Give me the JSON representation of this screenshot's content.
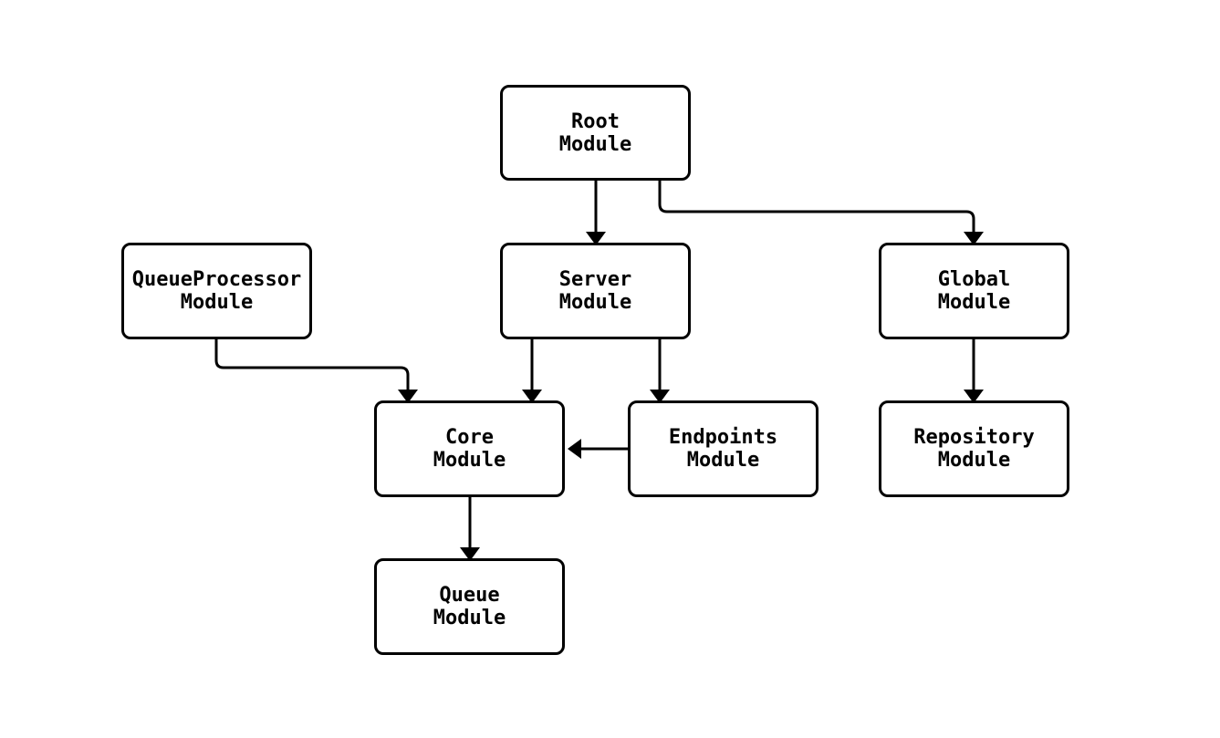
{
  "colors": {
    "stroke": "#000000",
    "node_fill": "#ffffff",
    "background": "#ffffff"
  },
  "diagram": {
    "type": "flowchart",
    "direction": "top-down",
    "nodes": [
      {
        "id": "root",
        "label": "Root\nModule"
      },
      {
        "id": "queueprocessor",
        "label": "QueueProcessor\nModule"
      },
      {
        "id": "server",
        "label": "Server\nModule"
      },
      {
        "id": "global",
        "label": "Global\nModule"
      },
      {
        "id": "core",
        "label": "Core\nModule"
      },
      {
        "id": "endpoints",
        "label": "Endpoints\nModule"
      },
      {
        "id": "repository",
        "label": "Repository\nModule"
      },
      {
        "id": "queue",
        "label": "Queue\nModule"
      }
    ],
    "edges": [
      {
        "from": "root",
        "to": "server"
      },
      {
        "from": "root",
        "to": "global"
      },
      {
        "from": "queueprocessor",
        "to": "core"
      },
      {
        "from": "server",
        "to": "core"
      },
      {
        "from": "server",
        "to": "endpoints"
      },
      {
        "from": "endpoints",
        "to": "core"
      },
      {
        "from": "global",
        "to": "repository"
      },
      {
        "from": "core",
        "to": "queue"
      }
    ]
  }
}
